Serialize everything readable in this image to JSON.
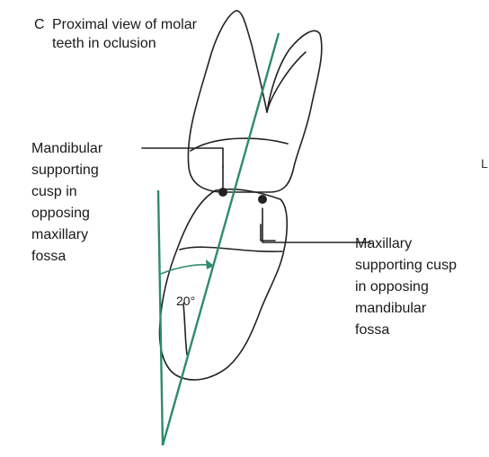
{
  "figure": {
    "panel_letter": "C",
    "title_line1": "Proximal view of molar",
    "title_line2": "teeth in oclusion",
    "label_mandibular_lines": [
      "Mandibular",
      "supporting",
      "cusp in",
      "opposing",
      "maxillary",
      "fossa"
    ],
    "label_maxillary_lines": [
      "Maxillary",
      "supporting cusp",
      "in opposing",
      "mandibular",
      "fossa"
    ],
    "angle_label": "20°",
    "edge_mark": "L"
  },
  "colors": {
    "ink": "#222222",
    "axis_green": "#2e8b6e"
  }
}
